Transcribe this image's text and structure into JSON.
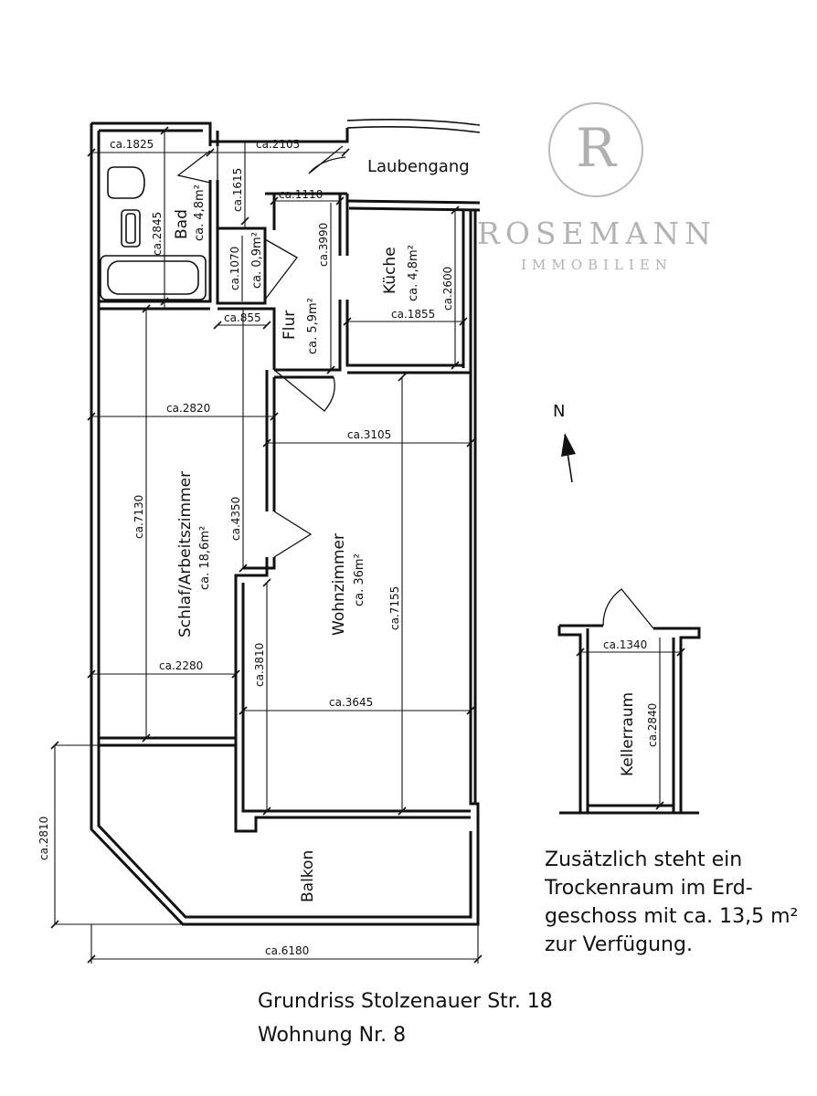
{
  "watermark": {
    "logo_letter": "R",
    "brand_name": "ROSEMANN",
    "brand_subtitle": "IMMOBILIEN"
  },
  "rooms": {
    "bad": {
      "name": "Bad",
      "area": "ca. 4,8m²"
    },
    "wc": {
      "area": "ca. 0,9m²"
    },
    "flur": {
      "name": "Flur",
      "area": "ca. 5,9m²"
    },
    "kueche": {
      "name": "Küche",
      "area": "ca. 4,8m²"
    },
    "schlaf": {
      "name": "Schlaf/Arbeitszimmer",
      "area": "ca. 18,6m²"
    },
    "wohn": {
      "name": "Wohnzimmer",
      "area": "ca. 36m²"
    },
    "balkon": {
      "name": "Balkon"
    },
    "keller": {
      "name": "Kellerraum"
    }
  },
  "labels": {
    "laubengang": "Laubengang",
    "north": "N"
  },
  "dimensions": {
    "d1825": "ca.1825",
    "d2105": "ca.2105",
    "d2845": "ca.2845",
    "d1615": "ca.1615",
    "d1110": "ca.1110",
    "d1070": "ca.1070",
    "d3990": "ca.3990",
    "d2600": "ca.2600",
    "d1855": "ca.1855",
    "d855": "ca.855",
    "d2820": "ca.2820",
    "d3105": "ca.3105",
    "d7130": "ca.7130",
    "d4350": "ca.4350",
    "d7155": "ca.7155",
    "d2280": "ca.2280",
    "d3810": "ca.3810",
    "d3645": "ca.3645",
    "d2810": "ca.2810",
    "d6180": "ca.6180",
    "d1340": "ca.1340",
    "d2840": "ca.2840"
  },
  "note_lines": [
    "Zusätzlich steht ein",
    "Trockenraum im Erd-",
    "geschoss mit ca. 13,5 m²",
    "zur Verfügung."
  ],
  "caption": {
    "line1": "Grundriss Stolzenauer Str. 18",
    "line2": "Wohnung Nr. 8"
  }
}
